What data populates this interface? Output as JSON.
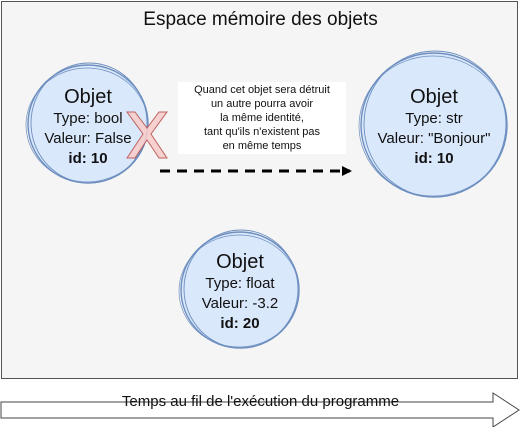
{
  "diagram": {
    "title": "Espace mémoire des objets",
    "objects": [
      {
        "name": "Objet",
        "type": "Type: bool",
        "value": "Valeur: False",
        "id": "id: 10"
      },
      {
        "name": "Objet",
        "type": "Type: str",
        "value": "Valeur: \"Bonjour\"",
        "id": "id: 10"
      },
      {
        "name": "Objet",
        "type": "Type: float",
        "value": "Valeur: -3.2",
        "id": "id: 20"
      }
    ],
    "note": [
      "Quand cet objet sera détruit",
      "un autre pourra avoir",
      "la même identité,",
      "tant qu'ils n'existent pas",
      "en même temps"
    ],
    "timeline_label": "Temps au fil de l'exécution du programme",
    "colors": {
      "circle_fill": "#dae8fc",
      "circle_stroke": "#6c8ebf",
      "cross_fill": "#f8cecc",
      "cross_stroke": "#b85450",
      "arrow": "#000000"
    }
  }
}
